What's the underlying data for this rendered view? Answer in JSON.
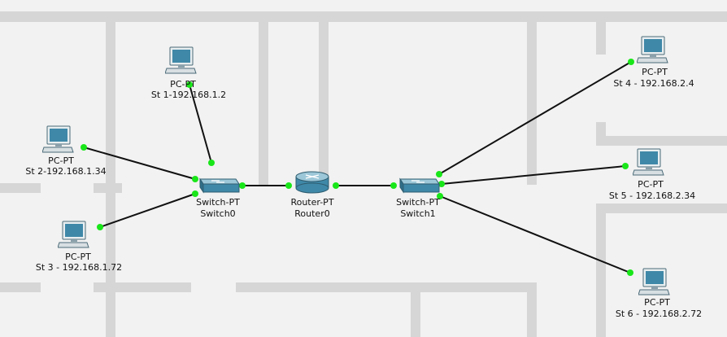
{
  "colors": {
    "wall": "#d6d6d6",
    "background": "#f2f2f2",
    "link": "#111111",
    "port": "#19e619",
    "device": "#3f88a8"
  },
  "devices": {
    "pc1": {
      "type": "PC-PT",
      "name": "St 1-192.168.1.2",
      "icon": "pc-icon"
    },
    "pc2": {
      "type": "PC-PT",
      "name": "St 2-192.168.1.34",
      "icon": "pc-icon"
    },
    "pc3": {
      "type": "PC-PT",
      "name": "St 3 - 192.168.1.72",
      "icon": "pc-icon"
    },
    "pc4": {
      "type": "PC-PT",
      "name": "St 4 - 192.168.2.4",
      "icon": "pc-icon"
    },
    "pc5": {
      "type": "PC-PT",
      "name": "St 5 - 192.168.2.34",
      "icon": "pc-icon"
    },
    "pc6": {
      "type": "PC-PT",
      "name": "St 6 - 192.168.2.72",
      "icon": "pc-icon"
    },
    "switch0": {
      "type": "Switch-PT",
      "name": "Switch0",
      "icon": "switch-icon"
    },
    "switch1": {
      "type": "Switch-PT",
      "name": "Switch1",
      "icon": "switch-icon"
    },
    "router0": {
      "type": "Router-PT",
      "name": "Router0",
      "icon": "router-icon"
    }
  },
  "links": [
    {
      "from": "pc1",
      "to": "switch0"
    },
    {
      "from": "pc2",
      "to": "switch0"
    },
    {
      "from": "pc3",
      "to": "switch0"
    },
    {
      "from": "switch0",
      "to": "router0"
    },
    {
      "from": "router0",
      "to": "switch1"
    },
    {
      "from": "switch1",
      "to": "pc4"
    },
    {
      "from": "switch1",
      "to": "pc5"
    },
    {
      "from": "switch1",
      "to": "pc6"
    }
  ]
}
